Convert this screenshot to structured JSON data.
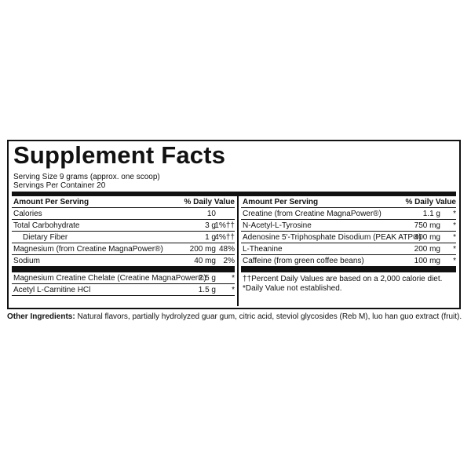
{
  "title": "Supplement Facts",
  "serving_size": "Serving Size 9 grams (approx. one scoop)",
  "servings_per_container": "Servings Per Container 20",
  "left": {
    "header": {
      "name": "Amount Per Serving",
      "dv": "% Daily Value"
    },
    "rows": [
      {
        "name": "Calories",
        "amount": "10",
        "dv": ""
      },
      {
        "name": "Total Carbohydrate",
        "amount": "3 g",
        "dv": "1%††"
      },
      {
        "name": "Dietary Fiber",
        "amount": "1 g",
        "dv": "4%††",
        "indent": true
      },
      {
        "name": "Magnesium (from Creatine MagnaPower®)",
        "amount": "200 mg",
        "dv": "48%"
      },
      {
        "name": "Sodium",
        "amount": "40 mg",
        "dv": "2%"
      }
    ],
    "rows2": [
      {
        "name": "Magnesium Creatine Chelate (Creatine MagnaPower®)",
        "amount": "2.5 g",
        "dv": "*"
      },
      {
        "name": "Acetyl L-Carnitine HCl",
        "amount": "1.5 g",
        "dv": "*"
      }
    ]
  },
  "right": {
    "header": {
      "name": "Amount Per Serving",
      "dv": "% Daily Value"
    },
    "rows": [
      {
        "name": "Creatine (from Creatine MagnaPower®)",
        "amount": "1.1 g",
        "dv": "*"
      },
      {
        "name": "N-Acetyl-L-Tyrosine",
        "amount": "750 mg",
        "dv": "*"
      },
      {
        "name": "Adenosine 5'-Triphosphate Disodium (PEAK ATP®)",
        "amount": "400 mg",
        "dv": "*"
      },
      {
        "name": "L-Theanine",
        "amount": "200 mg",
        "dv": "*"
      },
      {
        "name": "Caffeine (from green coffee beans)",
        "amount": "100 mg",
        "dv": "*"
      }
    ],
    "footnotes": [
      "††Percent Daily Values are based on a 2,000 calorie diet.",
      "*Daily Value not established."
    ]
  },
  "other_ingredients": {
    "label": "Other Ingredients:",
    "text": "Natural flavors, partially hydrolyzed guar gum, citric acid, steviol glycosides (Reb M), luo han guo extract (fruit)."
  }
}
